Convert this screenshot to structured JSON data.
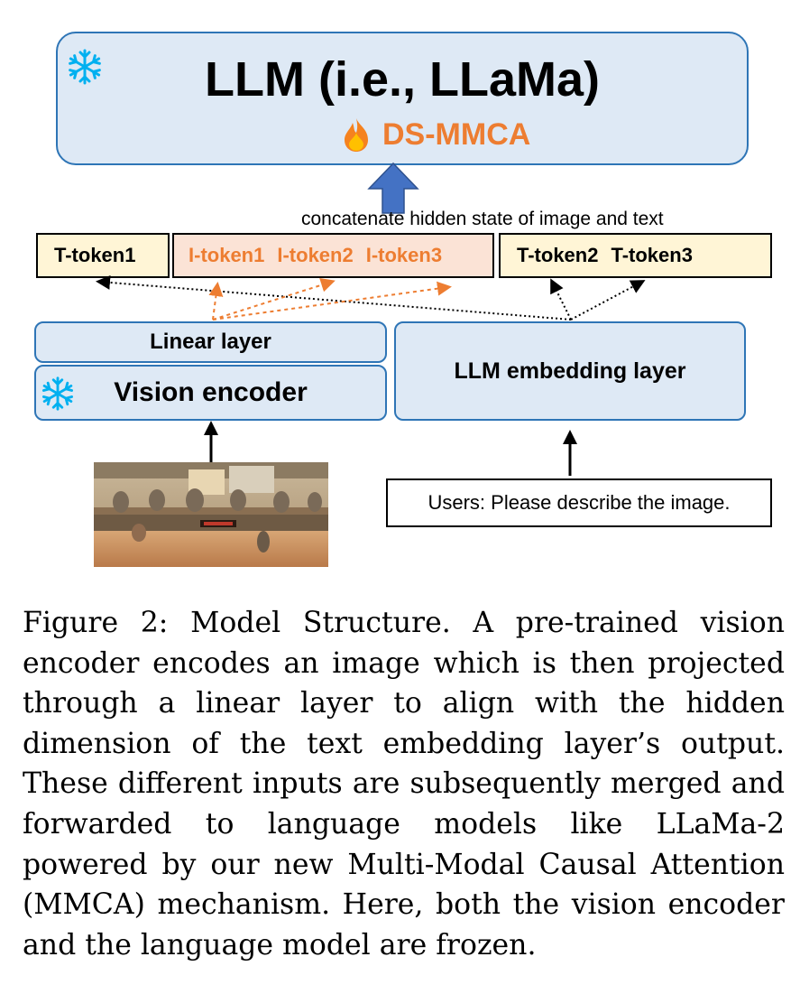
{
  "diagram": {
    "llm": {
      "title": "LLM (i.e., LLaMa)",
      "module_label": "DS-MMCA",
      "frozen_icon": "snowflake-icon",
      "trainable_icon": "fire-icon"
    },
    "concat_label": "concatenate hidden state of image and text",
    "tokens": {
      "text_first": "T-token1",
      "image": [
        "I-token1",
        "I-token2",
        "I-token3"
      ],
      "text_rest": [
        "T-token2",
        "T-token3"
      ]
    },
    "layers": {
      "linear": "Linear layer",
      "vision_encoder": "Vision encoder",
      "llm_embedding": "LLM embedding layer"
    },
    "user_prompt": "Users: Please describe the image.",
    "colors": {
      "box_fill": "#dee9f5",
      "box_border": "#2e75b6",
      "accent_orange": "#ed7d31",
      "text_token_fill": "#fff5d6",
      "image_token_fill": "#fbe3d6",
      "snowflake": "#00b0f0"
    }
  },
  "caption": "Figure 2: Model Structure. A pre-trained vision encoder encodes an image which is then projected through a linear layer to align with the hidden dimension of the text embedding layer’s output. These different inputs are subsequently merged and forwarded to language models like LLaMa-2 powered by our new Multi-Modal Causal Attention (MMCA) mechanism. Here, both the vision encoder and the language model are frozen."
}
